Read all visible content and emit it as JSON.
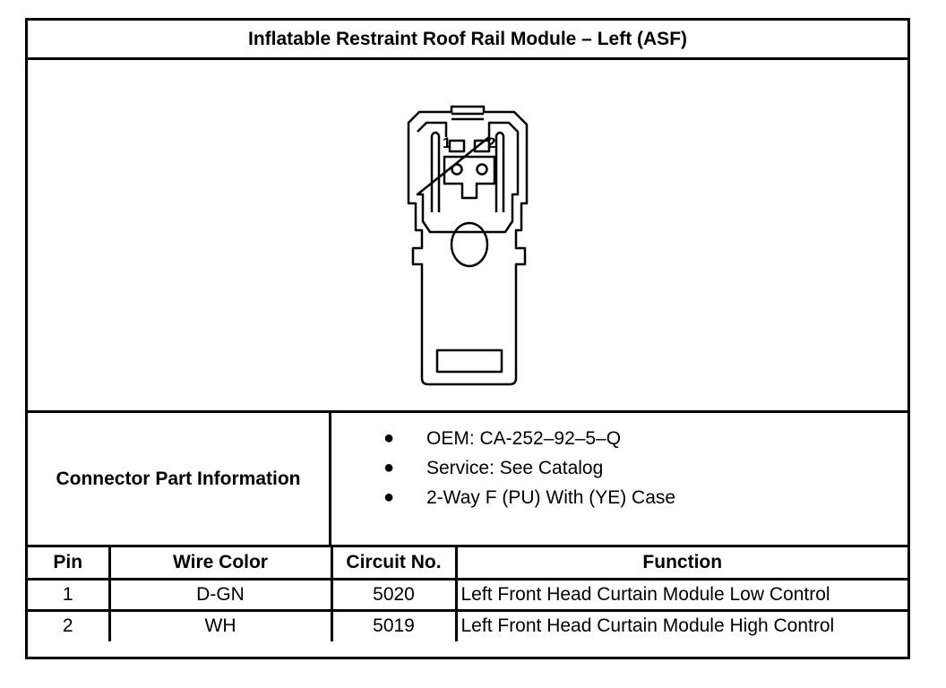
{
  "title": "Inflatable Restraint Roof Rail Module – Left (ASF)",
  "diagram": {
    "pin_labels": [
      "1",
      "2"
    ],
    "icon": "connector-face-icon"
  },
  "connector_info": {
    "label": "Connector Part Information",
    "items": [
      "OEM: CA-252–92–5–Q",
      "Service: See Catalog",
      "2-Way F (PU) With (YE) Case"
    ],
    "bullet": "●"
  },
  "pin_table": {
    "headers": [
      "Pin",
      "Wire Color",
      "Circuit No.",
      "Function"
    ],
    "rows": [
      [
        "1",
        "D-GN",
        "5020",
        "Left Front Head Curtain Module Low Control"
      ],
      [
        "2",
        "WH",
        "5019",
        "Left Front Head Curtain Module High Control"
      ]
    ]
  }
}
